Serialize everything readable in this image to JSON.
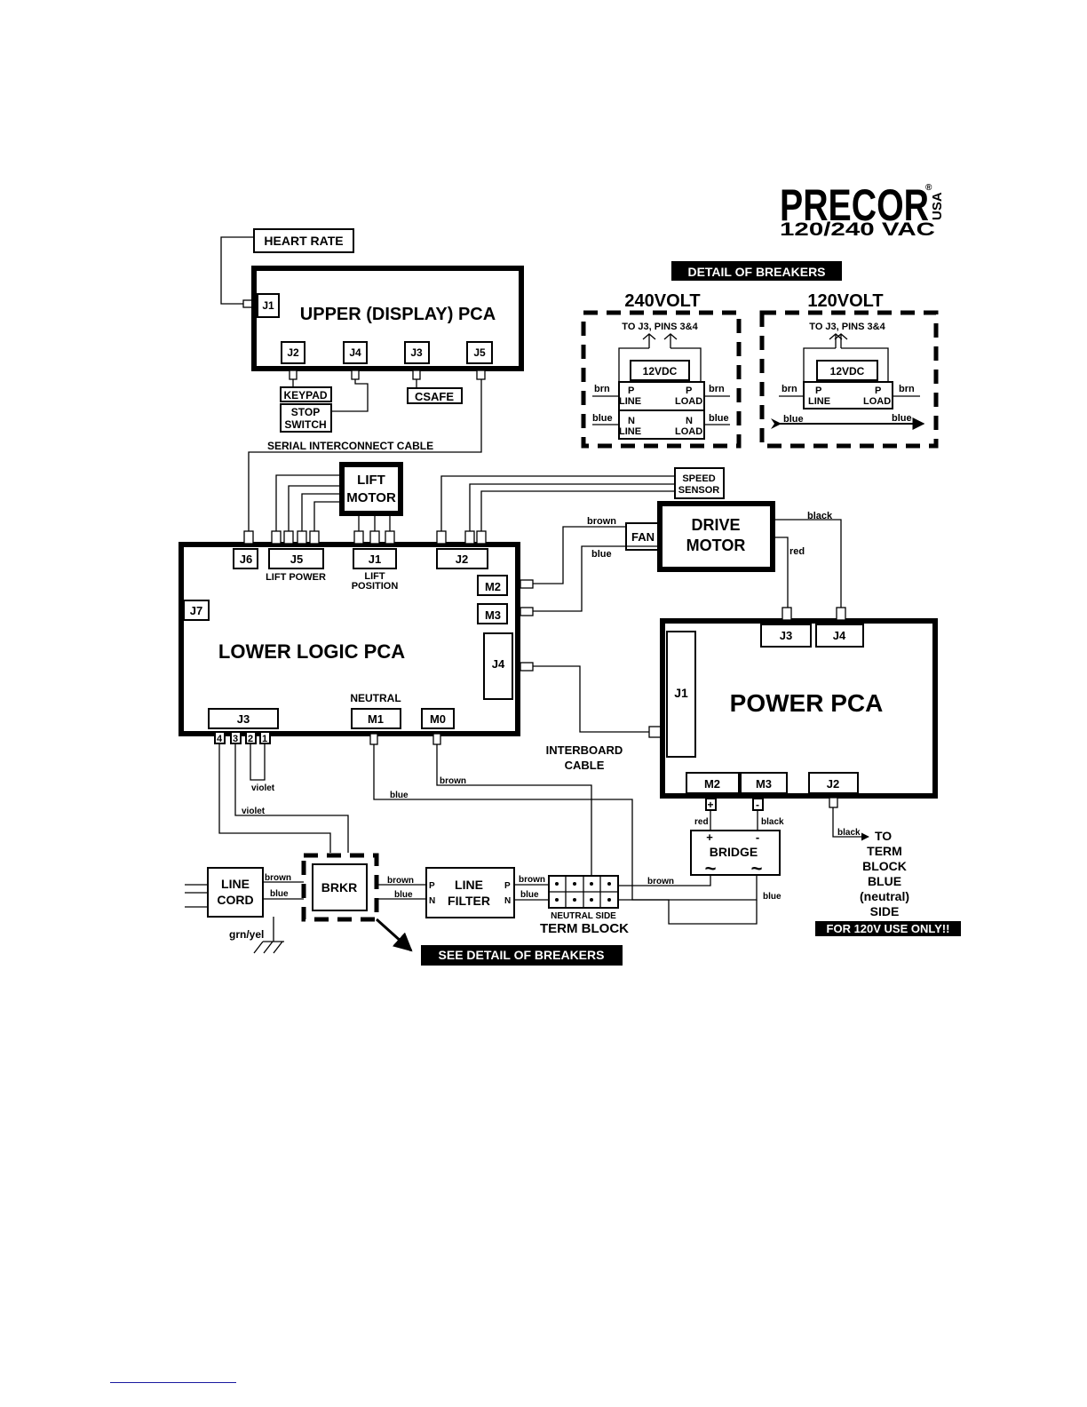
{
  "brand": {
    "name": "PRECOR",
    "registered": "®",
    "country": "USA",
    "voltage": "120/240 VAC"
  },
  "blocks": {
    "heart_rate": "HEART RATE",
    "upper_pca": "UPPER (DISPLAY) PCA",
    "keypad": "KEYPAD",
    "stop_switch": [
      "STOP",
      "SWITCH"
    ],
    "csafe": "CSAFE",
    "lift_motor": [
      "LIFT",
      "MOTOR"
    ],
    "speed_sensor": [
      "SPEED",
      "SENSOR"
    ],
    "fan": "FAN",
    "drive_motor": [
      "DRIVE",
      "MOTOR"
    ],
    "lower_pca": "LOWER LOGIC PCA",
    "power_pca": "POWER PCA",
    "line_cord": [
      "LINE",
      "CORD"
    ],
    "brkr": "BRKR",
    "line_filter": [
      "LINE",
      "FILTER"
    ],
    "bridge": "BRIDGE"
  },
  "connectors": {
    "upper": [
      "J1",
      "J2",
      "J4",
      "J3",
      "J5"
    ],
    "lower": [
      "J6",
      "J5",
      "J1",
      "J2",
      "M2",
      "M3",
      "J7",
      "J4",
      "J3",
      "M1",
      "M0"
    ],
    "power": [
      "J3",
      "J4",
      "J1",
      "M2",
      "M3",
      "J2"
    ],
    "lower_j3_pins": [
      "4",
      "3",
      "2",
      "1"
    ]
  },
  "labels": {
    "serial_cable": "SERIAL INTERCONNECT CABLE",
    "lift_power": "LIFT POWER",
    "lift_position": [
      "LIFT",
      "POSITION"
    ],
    "neutral": "NEUTRAL",
    "interboard_cable": [
      "INTERBOARD",
      "CABLE"
    ],
    "neutral_side": "NEUTRAL SIDE",
    "term_block": "TERM BLOCK",
    "to_term_block": [
      "TO",
      "TERM",
      "BLOCK",
      "BLUE",
      "(neutral)",
      "SIDE"
    ],
    "for_120v_only": "FOR 120V USE ONLY!!",
    "see_detail": "SEE DETAIL OF BREAKERS",
    "filter_p": "P",
    "filter_n": "N",
    "bridge_plus": "+",
    "bridge_minus": "-",
    "bridge_ac": "~"
  },
  "wires": {
    "brown": "brown",
    "blue": "blue",
    "black": "black",
    "red": "red",
    "violet": "violet",
    "grn_yel": "grn/yel",
    "brn": "brn"
  },
  "breaker_detail": {
    "title": "DETAIL OF BREAKERS",
    "v240": {
      "title": "240VOLT",
      "to_j3": "TO J3, PINS 3&4",
      "vdc": "12VDC",
      "row1": {
        "left_wire": "brn",
        "right_wire": "brn",
        "left": [
          "P",
          "LINE"
        ],
        "right": [
          "P",
          "LOAD"
        ]
      },
      "row2": {
        "left_wire": "blue",
        "right_wire": "blue",
        "left": [
          "N",
          "LINE"
        ],
        "right": [
          "N",
          "LOAD"
        ]
      }
    },
    "v120": {
      "title": "120VOLT",
      "to_j3": "TO J3, PINS 3&4",
      "vdc": "12VDC",
      "row1": {
        "left_wire": "brn",
        "right_wire": "brn",
        "left": [
          "P",
          "LINE"
        ],
        "right": [
          "P",
          "LOAD"
        ]
      },
      "row2": {
        "left_wire": "blue",
        "right_wire": "blue"
      }
    }
  }
}
